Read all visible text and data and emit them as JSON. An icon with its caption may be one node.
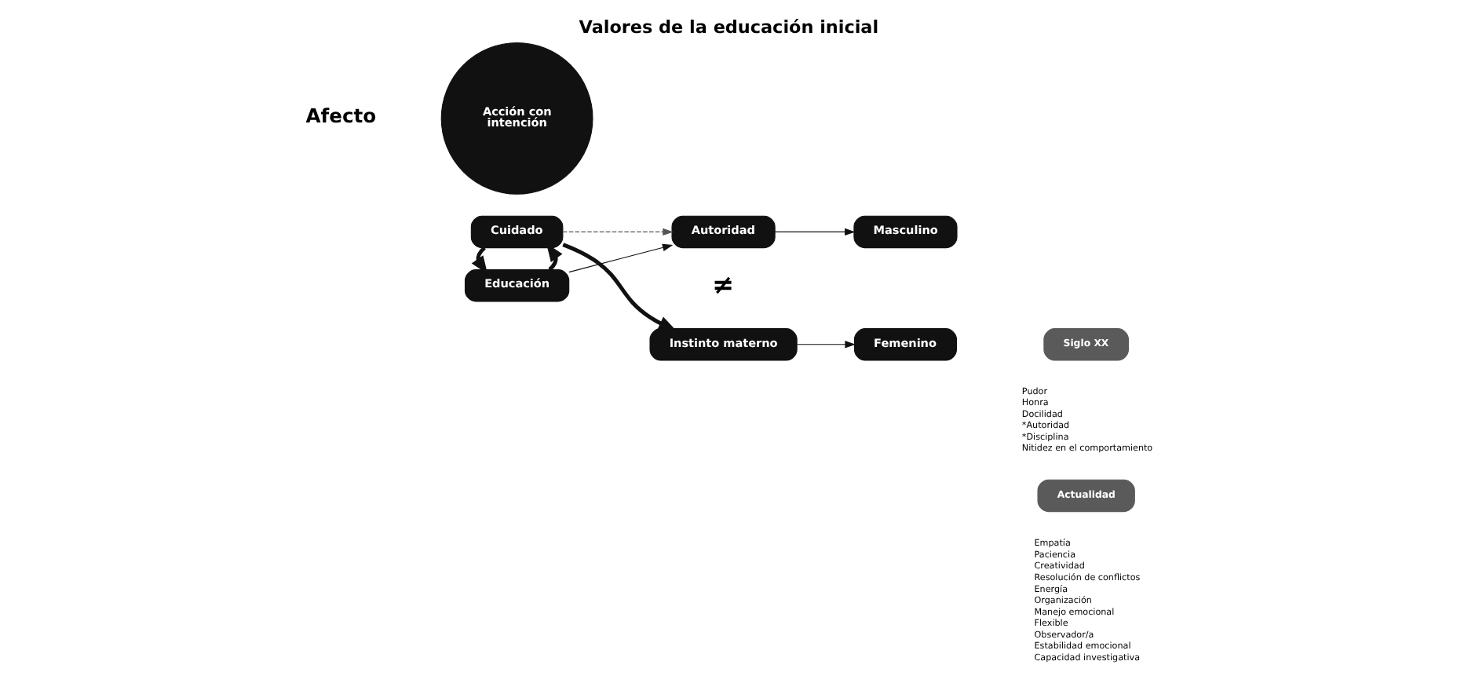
{
  "diagram": {
    "title": "Valores de la educación inicial",
    "nodes": [
      {
        "text": [
          "Cuidado"
        ]
      },
      {
        "text": [
          "Acción con intención"
        ]
      },
      {
        "text": [
          "Educación"
        ]
      },
      {
        "text": [
          "Autoridad"
        ]
      },
      {
        "text": [
          "Instinto materno"
        ]
      },
      {
        "text": [
          "Masculino"
        ]
      },
      {
        "text": [
          "Femenino"
        ]
      },
      {
        "text": [
          "Siglo XX"
        ],
        "beside": [
          "Pudor",
          "Honra",
          "Docilidad",
          "*Autoridad",
          "*Disciplina",
          "Nitidez en el comportamiento"
        ]
      },
      {
        "text": [
          "Actualidad"
        ],
        "beside": [
          "Empatía",
          "Paciencia",
          "Creatividad",
          "Resolución de conflictos",
          "Energía",
          "Organización",
          "Manejo emocional",
          "Flexible",
          "Observador/a",
          "Estabilidad emocional",
          "Capacidad investigativa"
        ]
      }
    ],
    "edges": [
      {
        "from": 0,
        "to": 4,
        "arrow": "to",
        "style": "thick"
      },
      {
        "from": 0,
        "to": 3,
        "arrow": "to",
        "style": "dashed",
        "color": "#555555"
      },
      {
        "from": 2,
        "to": 0,
        "arrow": "to",
        "style": "thick"
      },
      {
        "from": 0,
        "to": 2,
        "arrow": "to",
        "style": "thick"
      },
      {
        "from": 2,
        "to": 3,
        "arrow": "to"
      },
      {
        "from": 3,
        "to": 5,
        "arrow": "to"
      },
      {
        "from": 4,
        "to": 6,
        "arrow": "to"
      }
    ],
    "labels": [
      "Afecto",
      "≠"
    ]
  }
}
